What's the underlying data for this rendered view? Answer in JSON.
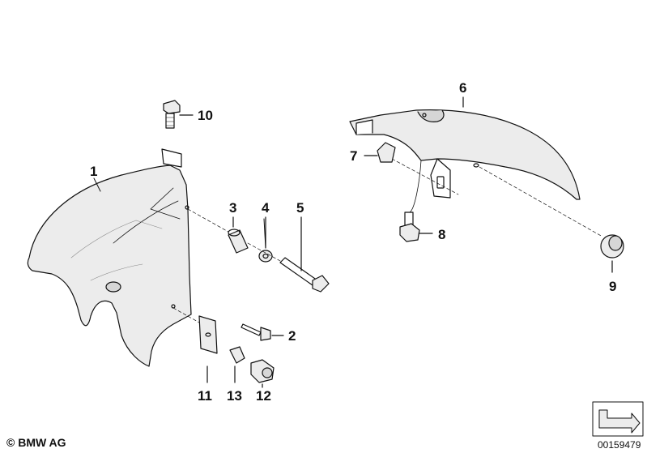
{
  "callouts": {
    "c1": "1",
    "c2": "2",
    "c3": "3",
    "c4": "4",
    "c5": "5",
    "c6": "6",
    "c7": "7",
    "c8": "8",
    "c9": "9",
    "c10": "10",
    "c11": "11",
    "c12": "12",
    "c13": "13"
  },
  "footer": {
    "copyright": "© BMW AG",
    "doc_number": "00159479"
  },
  "colors": {
    "line": "#111111",
    "part_fill": "#ececec",
    "part_shade": "#d6d6d6"
  }
}
